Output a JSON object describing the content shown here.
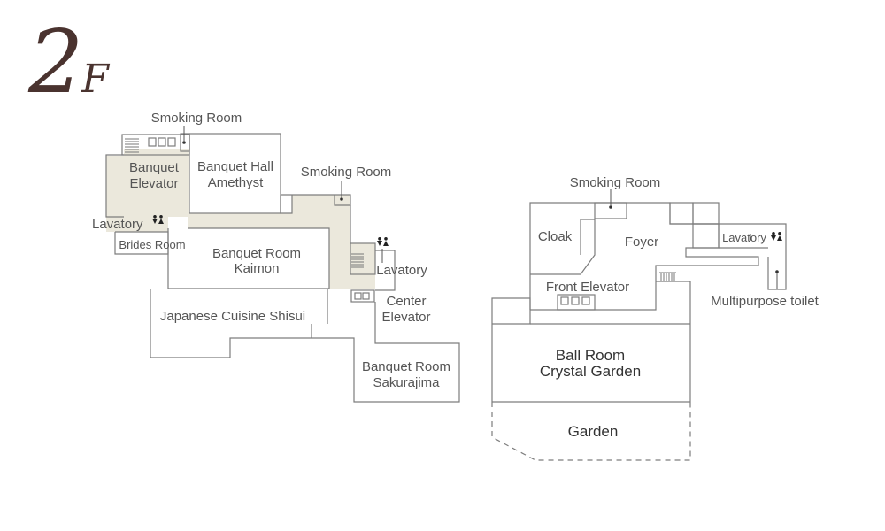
{
  "floor": {
    "number": "2",
    "unit": "F"
  },
  "labels": {
    "smoking_room_1": "Smoking Room",
    "smoking_room_2": "Smoking Room",
    "smoking_room_3": "Smoking Room",
    "banquet_elevator": [
      "Banquet",
      "Elevator"
    ],
    "banquet_hall_amethyst": [
      "Banquet Hall",
      "Amethyst"
    ],
    "lavatory_west": "Lavatory",
    "lavatory_center": "Lavatory",
    "lavatory_east": "Lavatory",
    "brides_room": "Brides Room",
    "banquet_room_kaimon": [
      "Banquet Room",
      "Kaimon"
    ],
    "center_elevator": [
      "Center",
      "Elevator"
    ],
    "japanese_cuisine_shisui": "Japanese Cuisine Shisui",
    "banquet_room_sakurajima": [
      "Banquet Room",
      "Sakurajima"
    ],
    "cloak": "Cloak",
    "foyer": "Foyer",
    "front_elevator": "Front Elevator",
    "multipurpose_toilet": "Multipurpose toilet",
    "ball_room_crystal_garden": [
      "Ball Room",
      "Crystal Garden"
    ],
    "garden": "Garden"
  },
  "colors": {
    "title": "#4a332f",
    "corridor": "#ebe8dc",
    "wall": "#7d7d7d",
    "label": "#555555"
  }
}
